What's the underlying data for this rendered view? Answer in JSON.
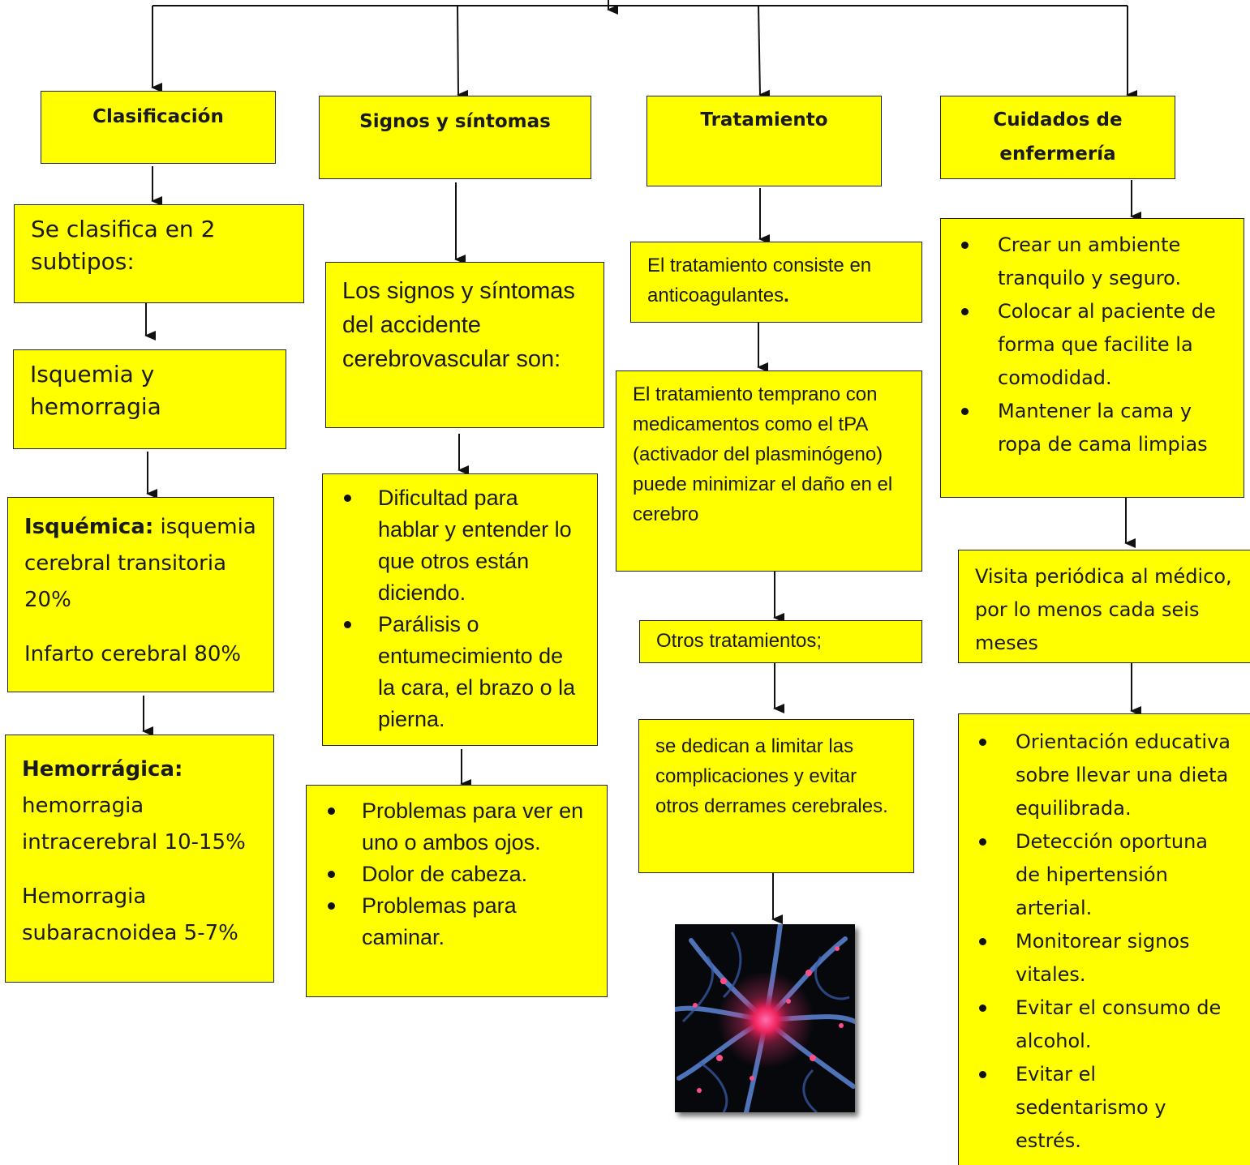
{
  "colors": {
    "box_fill": "#ffff00",
    "line": "#111111"
  },
  "headers": {
    "clasificacion": "Clasificación",
    "signos": "Signos y síntomas",
    "tratamiento": "Tratamiento",
    "cuidados": "Cuidados de enfermería"
  },
  "clasificacion": {
    "subtipos": "Se clasifica en 2 subtipos:",
    "tipos": "Isquemia y hemorragia",
    "isquemica_label": "Isquémica:",
    "isquemica_text": " isquemia cerebral transitoria 20%",
    "infarto": "Infarto cerebral 80%",
    "hemorragica_label": "Hemorrágica:",
    "hemorragica_text": "hemorragia intracerebral 10-15%",
    "subaracnoidea": "Hemorragia subaracnoidea 5-7%"
  },
  "signos": {
    "intro": "Los signos y síntomas del accidente cerebrovascular son:",
    "list1": [
      "Dificultad para hablar y entender lo que otros están diciendo.",
      "Parálisis o entumecimiento de la cara, el brazo o la pierna."
    ],
    "list2": [
      "Problemas para ver en uno o ambos ojos.",
      "Dolor de cabeza.",
      "Problemas para caminar."
    ]
  },
  "tratamiento": {
    "consiste": "El tratamiento consiste en anticoagulantes",
    "consiste_end": ".",
    "temprano": "El tratamiento temprano con medicamentos como el tPA (activador del plasminógeno) puede minimizar el daño en el cerebro",
    "otros": "Otros tratamientos;",
    "limitar": "se dedican a limitar las complicaciones y evitar otros derrames cerebrales."
  },
  "cuidados": {
    "list1": [
      "Crear un ambiente tranquilo y seguro.",
      "Colocar al paciente de forma que facilite la comodidad.",
      "Mantener la cama y ropa de cama limpias"
    ],
    "visita": "Visita periódica al médico, por lo menos cada seis meses",
    "list2": [
      "Orientación educativa sobre llevar una dieta equilibrada.",
      "Detección oportuna de hipertensión arterial.",
      "Monitorear signos vitales.",
      "Evitar el consumo de alcohol.",
      "Evitar el sedentarismo y estrés."
    ]
  },
  "image": {
    "icon": "neuron-image"
  }
}
